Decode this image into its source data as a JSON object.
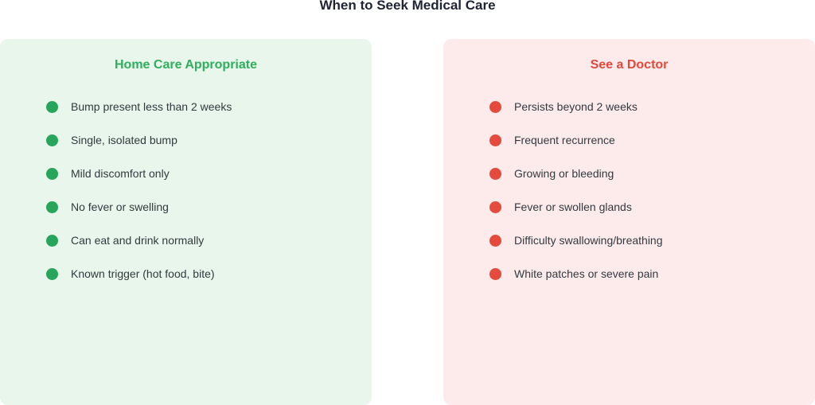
{
  "title": "When to Seek Medical Care",
  "colors": {
    "home_accent": "#27a55a",
    "doctor_accent": "#e64a3c",
    "home_bg": "#e8f6ec",
    "doctor_bg": "#fdebec"
  },
  "home_care": {
    "heading": "Home Care Appropriate",
    "items": [
      "Bump present less than 2 weeks",
      "Single, isolated bump",
      "Mild discomfort only",
      "No fever or swelling",
      "Can eat and drink normally",
      "Known trigger (hot food, bite)"
    ]
  },
  "see_doctor": {
    "heading": "See a Doctor",
    "items": [
      "Persists beyond 2 weeks",
      "Frequent recurrence",
      "Growing or bleeding",
      "Fever or swollen glands",
      "Difficulty swallowing/breathing",
      "White patches or severe pain"
    ]
  }
}
